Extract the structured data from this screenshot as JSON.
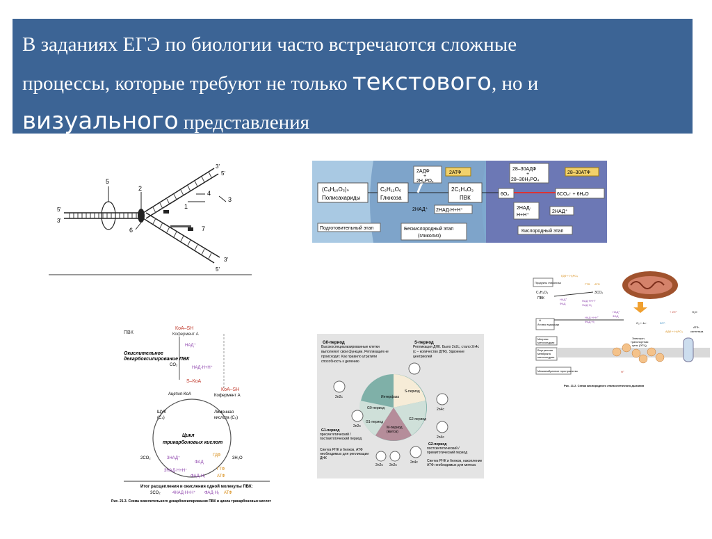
{
  "banner": {
    "line1": "В заданиях ЕГЭ по биологии часто встречаются сложные",
    "line2a": "процессы, которые требуют не только ",
    "line2b": "текстового",
    "line2c": ", но и",
    "line3a": "визуального",
    "line3b": " представления"
  },
  "replication": {
    "labels": [
      "5",
      "2",
      "4",
      "3",
      "1",
      "6",
      "7"
    ],
    "ends": [
      "5'",
      "3'",
      "3'",
      "5'",
      "5'",
      "3'"
    ]
  },
  "energy": {
    "formula1": "(C₆H₁₀O₅)ₙ",
    "name1": "Полисахариды",
    "formula2": "C₆H₁₂O₆",
    "name2": "Глюкоза",
    "formula3": "2C₃H₄O₃",
    "name3": "ПВК",
    "adp1": "2АДФ",
    "plus1": "+",
    "phos1": "2H₃PO₄",
    "atp1": "2АТФ",
    "nad1": "2НАД⁺",
    "nadh1": "2НАД·H+H⁺",
    "adp2": "28–30АДФ",
    "plus2": "+",
    "phos2": "28–30H₃PO₄",
    "atp2": "28–30АТФ",
    "o2": "6O₂",
    "co2": "6CO₂↑ + 6H₂O",
    "nad2a": "2НАД·",
    "nad2b": "H+H⁺",
    "nad2c": "2НАД⁺",
    "stage1": "Подготовительный этап",
    "stage2a": "Бескислородный этап",
    "stage2b": "(гликолиз)",
    "stage3": "Кислородный этап"
  },
  "krebs": {
    "koa_sh": "КоА–SH",
    "koferment": "Кофермент А",
    "pvk": "ПВК",
    "title1": "Окислительное",
    "title1b": "декарбоксилирование ПВК",
    "nad": "НАД⁺",
    "nadh": "НАД·H+H⁺",
    "co2": "CO₂",
    "s_koa": "S–КоА",
    "koa_sh2": "КоА–SH",
    "acetyl": "Ацетил-КоА",
    "koferment2": "Кофермент А",
    "shuk": "ЩУК",
    "c4": "(C₄)",
    "limon": "Лимонная",
    "kislota": "кислота (C₆)",
    "cycle1": "Цикл",
    "cycle2": "трикарбоновых кислот",
    "co2b": "2CO₂",
    "h2o": "3H₂O",
    "nad3": "3НАД⁺",
    "fad": "ФАД",
    "gdf": "ГДФ",
    "nadh3": "3НАД·H+H⁺",
    "fadh": "ФАД·H₂",
    "gtf": "ГТФ",
    "atf": "АТФ",
    "summary": "Итог расщепления и окисления одной молекулы ПВК:",
    "s1": "3CO₂",
    "s2": "4НАД·H+H⁺",
    "s3": "ФАД·H₂",
    "s4": "АТФ",
    "caption": "Рис. 21.3. Схема окислительного декарбоксилирования ПВК и цикла трикарбоновых кислот"
  },
  "cellcycle": {
    "g0_title": "G0-период",
    "g0_text": "Высокоспециализированные клетки выполняют свои функции. Репликация не происходит. Как правило утратили способность к делению",
    "s_title": "S-период",
    "s_text": "Репликация ДНК. Было 2n2c, стало 2n4c (с – количество ДНК). Удвоение центриолей",
    "g1_title": "G1-период",
    "g1_text": "пресинтетический / постмитотический период",
    "g1_more": "Синтез РНК и белков, АТФ необходимых для репликации ДНК",
    "g2_title": "G2-период",
    "g2_text": "постсинтетический / премитотический период",
    "g2_more": "Синтез РНК и белков, накопление АТФ необходимых для митоза",
    "inner_g0": "G0-период",
    "inner_interphase": "Интерфаза",
    "inner_s": "S-период",
    "inner_g1": "G1-период",
    "inner_g2": "G2-период",
    "inner_m": "M-период",
    "inner_mitoz": "(митоз)",
    "n1": "2n2c",
    "n2": "2n2c",
    "n3": "2n4c",
    "n4": "2n4c",
    "n5": "2n2c",
    "n6": "2n2c",
    "n7": "2n4c"
  },
  "mito": {
    "products": "Продукты гликолиза",
    "c3": "C₃H₄O₃",
    "pvk": "ПВК",
    "gdf": "ГДФ + H₃PO₄",
    "gtf": "ГТФ",
    "atf": "АТФ",
    "co2": "3CO₂",
    "nad": "НАД⁺",
    "fad": "ФАД",
    "nadh": "НАД·H+H⁺",
    "fadh": "ФАД·H₂",
    "h": "H",
    "atoms": "Атомы водорода",
    "nadh2": "НАД·H+H⁺",
    "fadh2": "ФАД·H₂",
    "nad2": "НАД⁺",
    "fad2": "ФАД",
    "o2": "O₂ + 4e⁻",
    "o_2": "2O²⁻",
    "h_plus": "+ 2H⁺",
    "h2o": "H₂O",
    "matrix1": "Матрикс",
    "matrix2": "митохондрии",
    "inner1": "Внутренняя",
    "inner2": "мембрана",
    "inner3": "митохондрии",
    "ets1": "Электрон-",
    "ets2": "транспортная",
    "ets3": "цепь (ЭТЦ)",
    "adf": "АДФ + H₃PO₄",
    "atp_synth1": "АТФ-",
    "atp_synth2": "синтетаза",
    "mezh": "Межмембранное пространство",
    "hplus": "H⁺",
    "caption": "Рис. 21.2. Схема кислородного этапа клеточного дыхания"
  }
}
